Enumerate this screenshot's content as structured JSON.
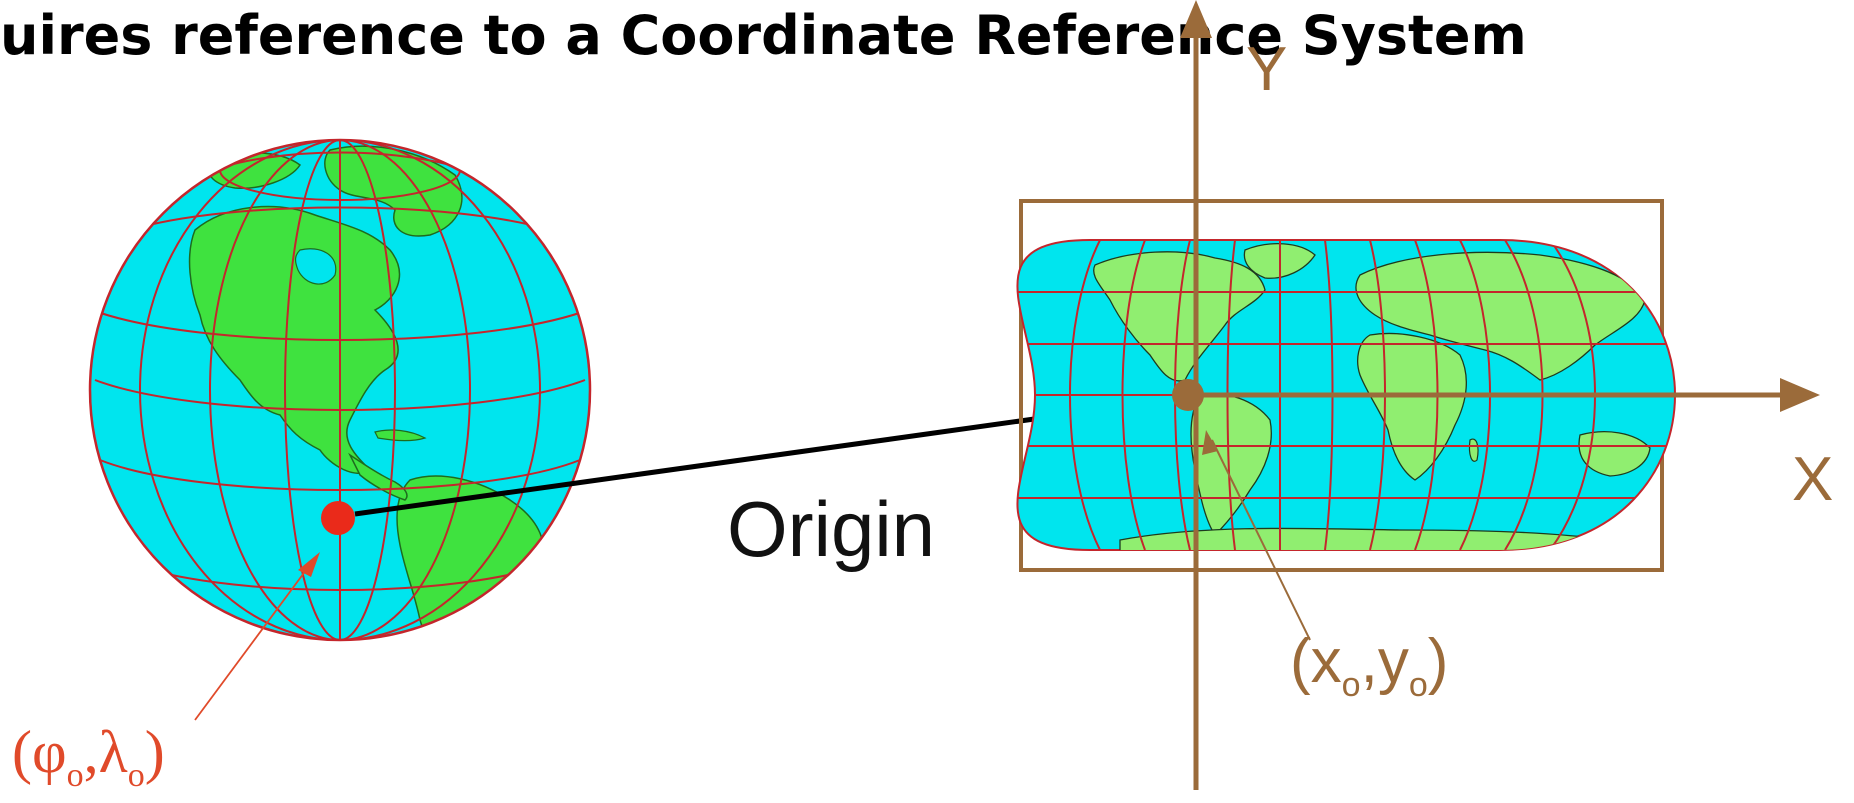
{
  "title": "uires reference to a Coordinate Reference System",
  "globe": {
    "origin_label_paren_open": "(",
    "origin_label_phi": "φ",
    "origin_label_comma": ",",
    "origin_label_lambda": "λ",
    "origin_label_sub": "o",
    "origin_label_paren_close": ")"
  },
  "arrow_label": "Origin",
  "map": {
    "x_axis_label": "X",
    "y_axis_label": "Y",
    "origin_label_paren_open": "(",
    "origin_label_x": "x",
    "origin_label_comma": ",",
    "origin_label_y": "y",
    "origin_label_sub": "o",
    "origin_label_paren_close": ")"
  },
  "colors": {
    "ocean": "#00e5ee",
    "land": "#3fe23f",
    "map_land": "#90ee70",
    "graticule": "#c4262c",
    "origin_dot_globe": "#ea2a1a",
    "axis": "#9b6b3a",
    "frame": "#9b6b3a",
    "globe_label": "#e04a2a",
    "arrow": "#000000"
  }
}
